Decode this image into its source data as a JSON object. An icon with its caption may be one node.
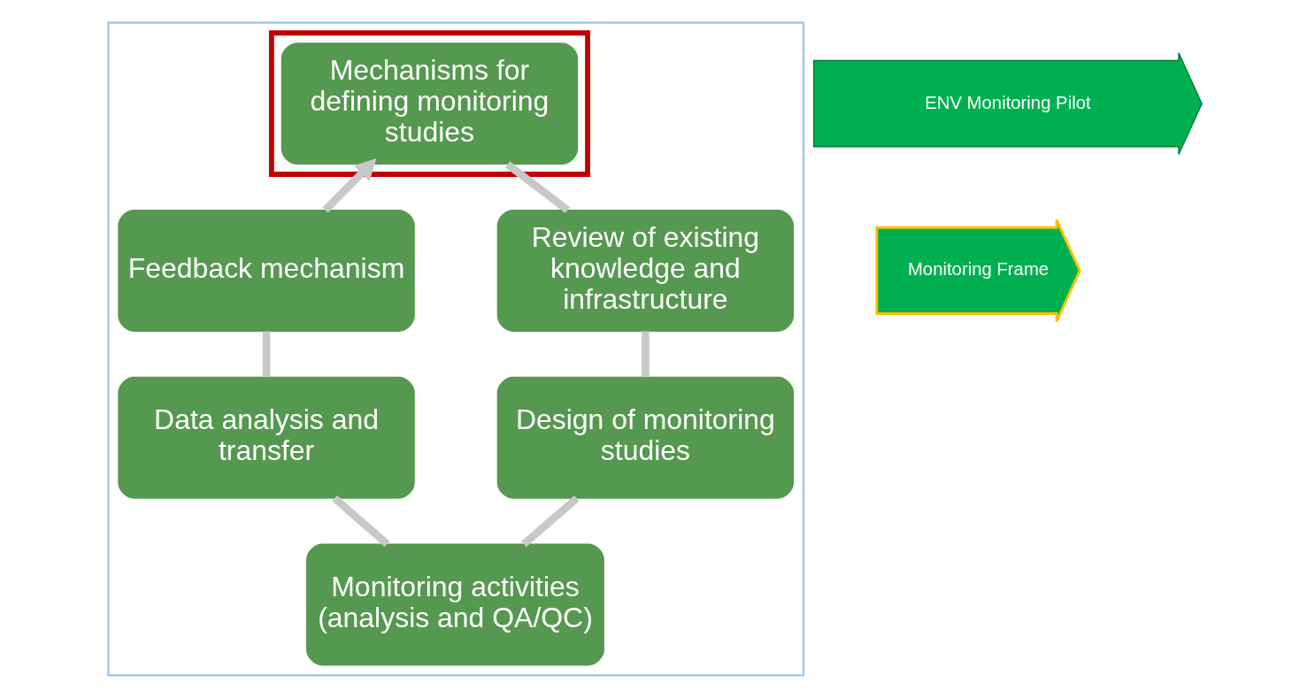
{
  "diagram": {
    "nodes": [
      {
        "text": [],
        "shape": "box"
      },
      {
        "text": [],
        "shape": "box",
        "in": 0
      },
      {
        "text": [
          "Mechanisms for defining monitoring studies"
        ],
        "in": 1
      },
      {
        "text": [
          "Review of existing knowledge and infrastructure"
        ],
        "in": 0
      },
      {
        "text": [
          "Design of monitoring studies"
        ],
        "in": 0
      },
      {
        "text": [
          "Monitoring activities (analysis and QA/QC)"
        ],
        "in": 0
      },
      {
        "text": [
          "Data analysis and transfer"
        ],
        "in": 0
      },
      {
        "text": [
          "Feedback mechanism"
        ],
        "in": 0
      },
      {
        "text": [
          "ENV Monitoring Pilot"
        ]
      },
      {
        "text": [
          "Monitoring Frame"
        ]
      }
    ],
    "edges": [
      {
        "from": 2,
        "to": 3,
        "arrow": "none"
      },
      {
        "from": 3,
        "to": 4,
        "arrow": "none"
      },
      {
        "from": 4,
        "to": 5,
        "arrow": "none"
      },
      {
        "from": 5,
        "to": 6,
        "arrow": "none"
      },
      {
        "from": 6,
        "to": 7,
        "arrow": "none"
      },
      {
        "from": 7,
        "to": 2,
        "arrow": "to"
      }
    ]
  }
}
